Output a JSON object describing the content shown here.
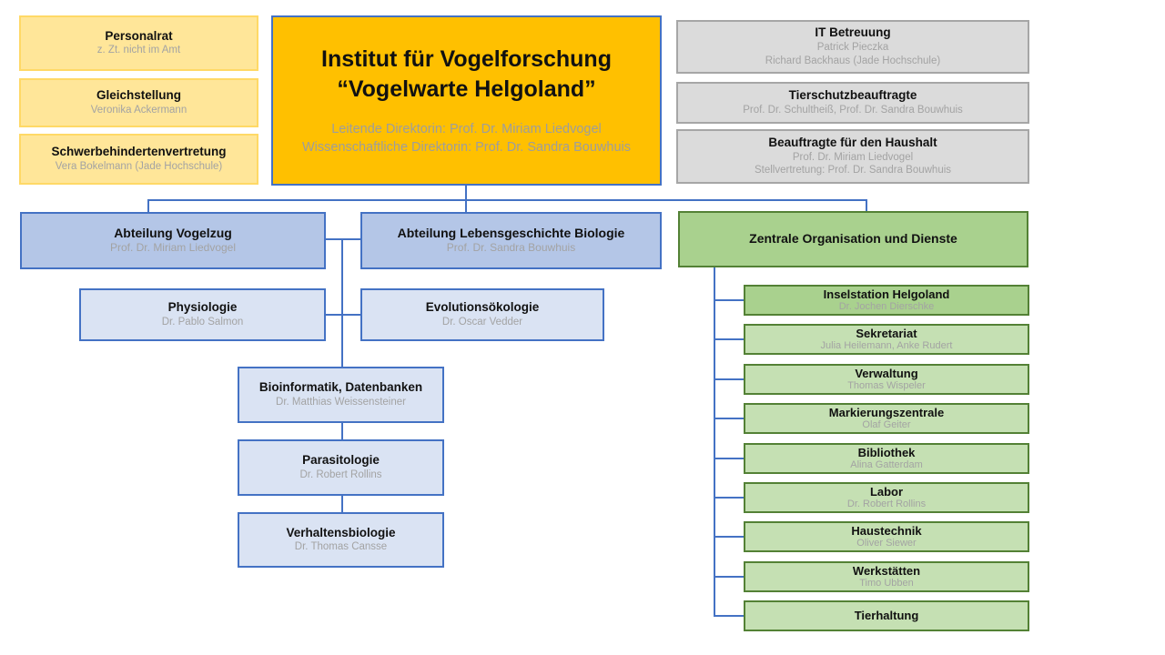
{
  "page": {
    "background": "#ffffff"
  },
  "palette": {
    "yellow_fill": "#FFE699",
    "yellow_border": "#FFD966",
    "orange_fill": "#FFC000",
    "gray_fill": "#DBDBDB",
    "gray_border": "#A6A6A6",
    "blue_fill": "#B4C6E7",
    "blue_light_fill": "#DAE3F3",
    "blue_border": "#4472C4",
    "green_fill": "#A9D18E",
    "green_light_fill": "#C5E0B3",
    "green_border": "#538135",
    "connector": "#4472C4",
    "subtitle_text": "#A6A6A6",
    "title_text": "#111111"
  },
  "boxes": {
    "personalrat": {
      "title": "Personalrat",
      "lines": [
        "z. Zt. nicht im Amt"
      ]
    },
    "gleichstellung": {
      "title": "Gleichstellung",
      "lines": [
        "Veronika Ackermann"
      ]
    },
    "schwerbehindertenvertretung": {
      "title": "Schwerbehindertenvertretung",
      "lines": [
        "Vera Bokelmann (Jade Hochschule)"
      ]
    },
    "institut": {
      "title_lines": [
        "Institut für Vogelforschung",
        "“Vogelwarte Helgoland”"
      ],
      "lines": [
        "Leitende Direktorin: Prof. Dr. Miriam Liedvogel",
        "Wissenschaftliche Direktorin: Prof. Dr. Sandra Bouwhuis"
      ]
    },
    "it-betreuung": {
      "title": "IT Betreuung",
      "lines": [
        "Patrick Pieczka",
        "Richard Backhaus (Jade Hochschule)"
      ]
    },
    "tierschutzbeauftragte": {
      "title": "Tierschutzbeauftragte",
      "lines": [
        "Prof. Dr. Schultheiß, Prof. Dr. Sandra Bouwhuis"
      ]
    },
    "haushaltsbeauftragte": {
      "title": "Beauftragte für den Haushalt",
      "lines": [
        "Prof. Dr. Miriam Liedvogel",
        "Stellvertretung: Prof. Dr. Sandra Bouwhuis"
      ]
    },
    "vogelzug": {
      "title": "Abteilung Vogelzug",
      "lines": [
        "Prof. Dr. Miriam Liedvogel"
      ]
    },
    "lebensgeschichte": {
      "title": "Abteilung Lebensgeschichte Biologie",
      "lines": [
        "Prof. Dr. Sandra Bouwhuis"
      ]
    },
    "zentrale": {
      "title": "Zentrale Organisation und Dienste",
      "lines": []
    },
    "physiologie": {
      "title": "Physiologie",
      "lines": [
        "Dr. Pablo Salmon"
      ]
    },
    "evolutionsoekologie": {
      "title": "Evolutionsökologie",
      "lines": [
        "Dr. Oscar Vedder"
      ]
    },
    "bioinformatik": {
      "title": "Bioinformatik, Datenbanken",
      "lines": [
        "Dr. Matthias Weissensteiner"
      ]
    },
    "parasitologie": {
      "title": "Parasitologie",
      "lines": [
        "Dr. Robert Rollins"
      ]
    },
    "verhaltensbiologie": {
      "title": "Verhaltensbiologie",
      "lines": [
        "Dr. Thomas Cansse"
      ]
    },
    "inselstation": {
      "title": "Inselstation Helgoland",
      "lines": [
        "Dr. Jochen Dierschke"
      ]
    },
    "sekretariat": {
      "title": "Sekretariat",
      "lines": [
        "Julia Heilemann, Anke Rudert"
      ]
    },
    "verwaltung": {
      "title": "Verwaltung",
      "lines": [
        "Thomas Wispeler"
      ]
    },
    "markierungszentrale": {
      "title": "Markierungszentrale",
      "lines": [
        "Olaf Geiter"
      ]
    },
    "bibliothek": {
      "title": "Bibliothek",
      "lines": [
        "Alina Gatterdam"
      ]
    },
    "labor": {
      "title": "Labor",
      "lines": [
        "Dr. Robert Rollins"
      ]
    },
    "haustechnik": {
      "title": "Haustechnik",
      "lines": [
        "Oliver Siewer"
      ]
    },
    "werkstaetten": {
      "title": "Werkstätten",
      "lines": [
        "Timo Ubben"
      ]
    },
    "tierhaltung": {
      "title": "Tierhaltung",
      "lines": []
    }
  }
}
